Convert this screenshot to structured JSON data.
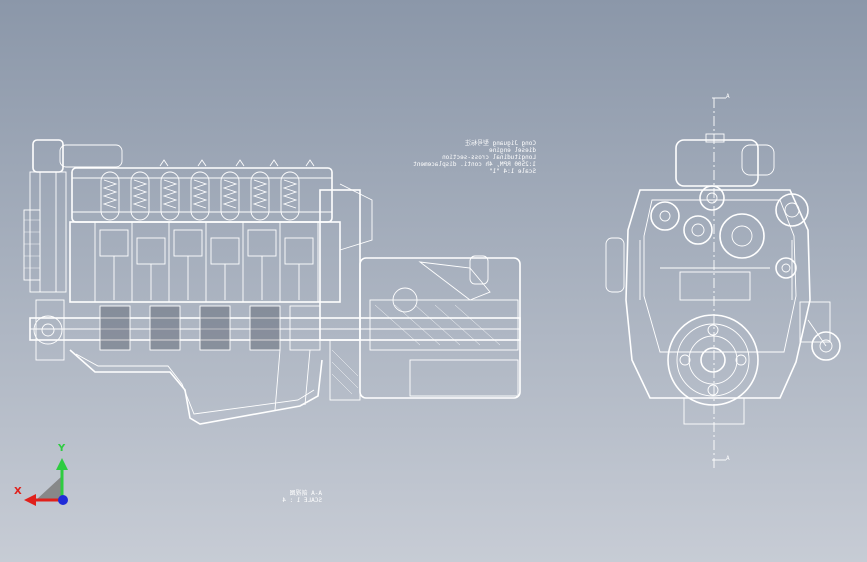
{
  "window": {
    "background_top": "#8b97a9",
    "background_bottom": "#c7ccd5",
    "line_color": "#ffffff"
  },
  "views": {
    "side_section": {
      "kind": "longitudinal section"
    },
    "front_view": {
      "kind": "front elevation"
    }
  },
  "notes": {
    "lines": [
      "Cong Jiguang 型号标注",
      "diesel engine",
      "Longitudinal cross-section",
      "1:2500 RPM, 4h conti. displacement",
      "Scale 1:4 \"1\""
    ]
  },
  "section_label": {
    "lines": [
      "A-A 剖视图",
      "SCALE 1 : 4"
    ]
  },
  "section_marks": {
    "top": "A",
    "bottom": "A"
  },
  "triad": {
    "y_label": "Y",
    "x_label": "X",
    "colors": {
      "y": "#2ecc40",
      "x": "#e0201b",
      "z": "#1f2bd8"
    }
  }
}
